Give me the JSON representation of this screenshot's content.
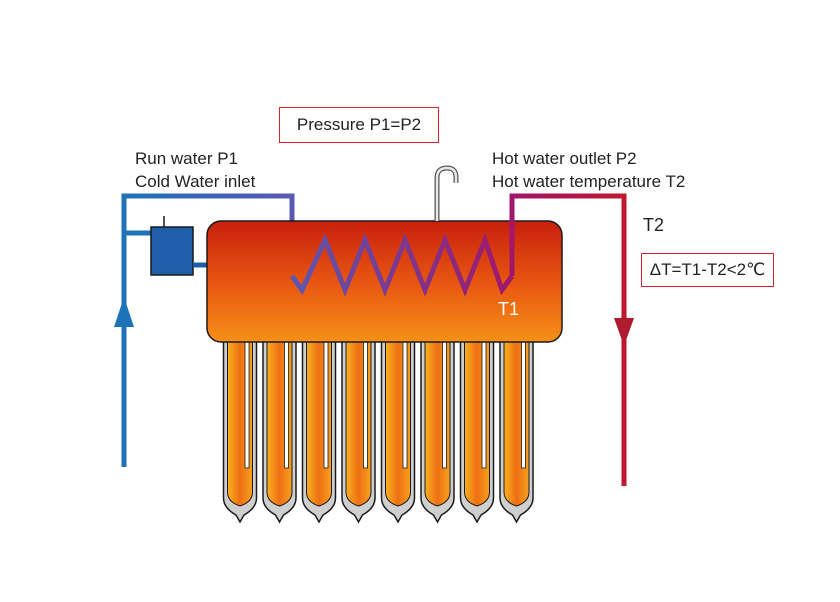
{
  "labels": {
    "pressure": "Pressure P1=P2",
    "run_water": "Run water P1",
    "cold_inlet": "Cold Water inlet",
    "hot_outlet": "Hot water outlet P2",
    "hot_temperature": "Hot water temperature T2",
    "t2": "T2",
    "t1": "T1",
    "delta": "ΔT=T1-T2<2℃"
  },
  "colors": {
    "cold_pipe": "#1e72b8",
    "hot_pipe": "#c0172c",
    "coil_start": "#5a58b2",
    "coil_end": "#a1166b",
    "tank_top": "#c8200e",
    "tank_bottom": "#f5a017",
    "box_border": "#d8232a",
    "expansion_tank": "#1f5ea8"
  },
  "tubes": {
    "count": 8
  }
}
